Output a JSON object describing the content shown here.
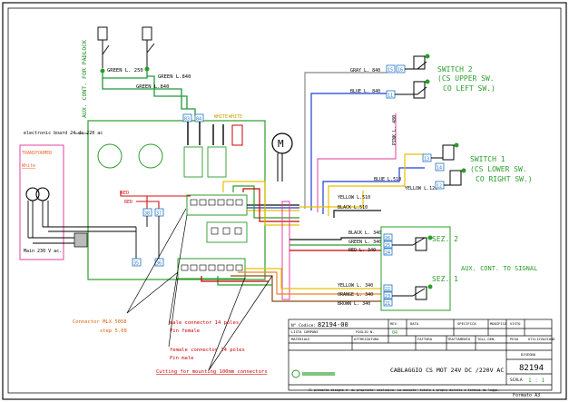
{
  "aux_padlock_label": "AUX. CONT. FOR PADLOCK",
  "wires": {
    "green_250": "GREEN L. 250",
    "green_840_a": "GREEN L.840",
    "green_840_b": "GREEN L.840",
    "gray_840": "GRAY L. 840",
    "blue_840": "BLUE L. 840",
    "pink_480": "PINK L. 480",
    "blue_510": "BLUE L.510",
    "yellow_120": "YELLOW L.120",
    "yellow_510": "YELLOW L.510",
    "black_510": "BLACK L.510",
    "red_a": "RED",
    "red_b": "RED",
    "black_340": "BLACK L. 340",
    "green_340": "GREEN L. 340",
    "red_340": "RED L. 340",
    "yellow_340": "YELLOW L. 340",
    "orange_340": "ORANGE L. 340",
    "brown_340": "BROWN L. 340",
    "white": "WHITE",
    "white2": "WHITE"
  },
  "board_label": "electronic board 24 dc 220 ac",
  "transformer_label": "TRANSFORMER",
  "transformer_sub": "White",
  "mains_label": "Main 230 V ac.",
  "motor_label": "M",
  "terminals": {
    "t83": "83",
    "t84": "84",
    "t15": "15",
    "t16": "16",
    "t11": "11",
    "t13": "13",
    "t14": "14",
    "t12": "12",
    "t38": "38",
    "t37": "37",
    "t35": "35",
    "t36": "36",
    "t26": "26",
    "t25": "25",
    "t24": "24",
    "t22": "22",
    "t23": "23",
    "t21": "21"
  },
  "switch2": {
    "title": "SWITCH 2",
    "sub1": "(CS UPPER SW.",
    "sub2": "CO LEFT SW.)"
  },
  "switch1": {
    "title": "SWITCH 1",
    "sub1": "(CS LOWER SW.",
    "sub2": "CO RIGHT SW.)"
  },
  "sez2": "SEZ. 2",
  "sez1": "SEZ. 1",
  "aux_signal": "AUX. CONT. TO SIGNAL",
  "notes": {
    "connector_1": "Connector MLX 5058",
    "connector_2": "step 5.08",
    "male_1": "male connector 14 poles",
    "male_2": "Pin female",
    "female_1": "female connector 14 poles",
    "female_2": "Pin male",
    "cutting": "Cutting for mounting 100mm connectors"
  },
  "title_block": {
    "codice_label": "N° Codice:",
    "codice_value": "82194-00",
    "rev": "REV.",
    "data": "DATA",
    "specifica": "SPECIFICA",
    "modifica": "MODIFICA",
    "visto": "VISTO",
    "lista": "LISTA COMPONI",
    "foglio": "FOGLIO N.",
    "foglio_val": "04",
    "materiale": "MATERIALE",
    "attrezzatura": "ATTREZZATURA",
    "fattura": "FATTURA",
    "trattamento": "TRATTAMENTO",
    "toll_gen": "TOLL.GEN.",
    "peso": "PESO",
    "utilizzazione": "UTILIZZAZIONE",
    "disegno": "DISEGNO",
    "description": "CABLAGGIO CS MOT 24V DC /220V AC",
    "number": "82194",
    "scala_label": "SCALA",
    "scala_val": "1 : 1",
    "footer": "Il presente disegno e' di proprieta' esclusiva. La societa' tutela i propri diritti a termini di legge.",
    "formato": "Formato A3"
  }
}
